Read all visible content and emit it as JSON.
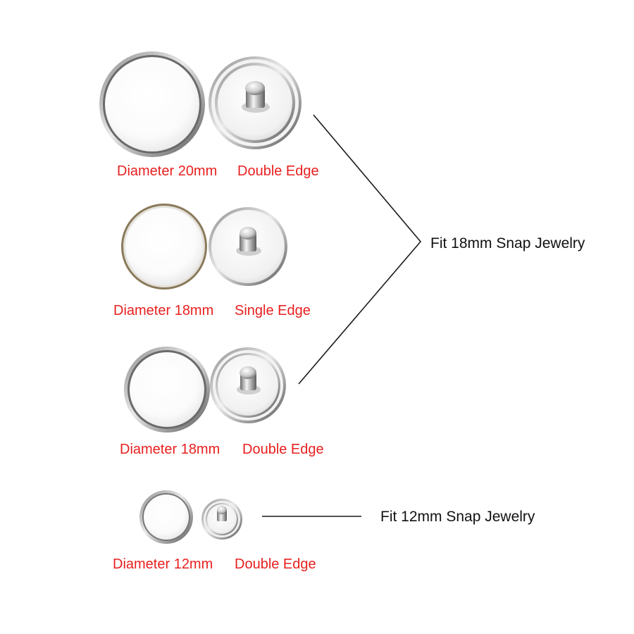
{
  "colors": {
    "label_red": "#e8201f",
    "text_dark": "#111111",
    "connector_line": "#1a1a1a",
    "metal_light": "#f7f7f7",
    "metal_mid": "#bdbdbd",
    "metal_dark": "#5a5a5a"
  },
  "rows": [
    {
      "diameter_label": "Diameter 20mm",
      "edge_label": "Double Edge"
    },
    {
      "diameter_label": "Diameter 18mm",
      "edge_label": "Single Edge"
    },
    {
      "diameter_label": "Diameter 18mm",
      "edge_label": "Double Edge"
    },
    {
      "diameter_label": "Diameter 12mm",
      "edge_label": "Double Edge"
    }
  ],
  "fit_labels": {
    "fit_18mm": "Fit 18mm Snap Jewelry",
    "fit_12mm": "Fit 12mm Snap Jewelry"
  }
}
